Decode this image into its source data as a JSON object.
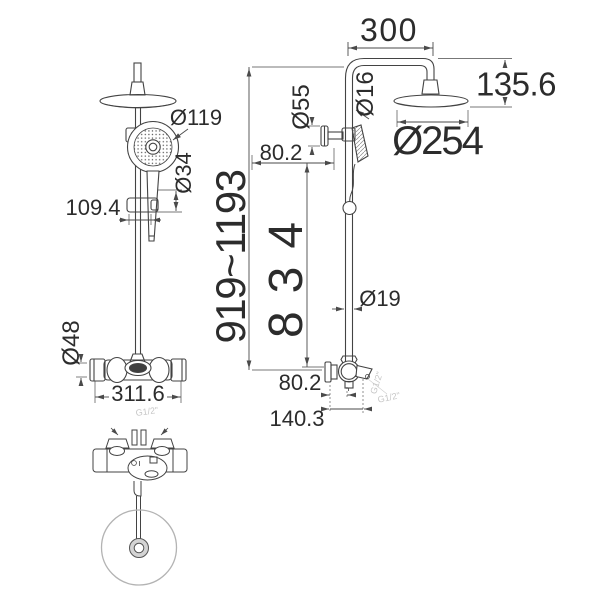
{
  "colors": {
    "background": "#ffffff",
    "line": "#434343",
    "dim_line": "#4a4a4a",
    "text": "#2c2c2c",
    "faint_text": "#c6c6c6",
    "footprint_gray": "#b3b3b3"
  },
  "labels": {
    "arm_length": {
      "text": "300"
    },
    "head_drop": {
      "text": "135.6"
    },
    "rain_head_diameter": {
      "text": "Ø254"
    },
    "arm_pipe_diameter": {
      "text": "Ø16"
    },
    "bracket_flange_diameter": {
      "text": "Ø55"
    },
    "bracket_offset": {
      "text": "80.2"
    },
    "overall_height_range": {
      "text": "919~1193"
    },
    "riser_height": {
      "text": "834"
    },
    "riser_pipe_diameter": {
      "text": "Ø19"
    },
    "valve_offset": {
      "text": "80.2"
    },
    "spout_reach": {
      "text": "140.3"
    },
    "hand_shower_diameter": {
      "text": "Ø119"
    },
    "handle_diameter": {
      "text": "Ø34"
    },
    "slider_offset": {
      "text": "109.4"
    },
    "valve_body_diameter": {
      "text": "Ø48"
    },
    "valve_width": {
      "text": "311.6"
    },
    "thread_front": {
      "text": "G1/2\""
    },
    "thread_side_upper": {
      "text": "G1/2\""
    },
    "thread_side_lower": {
      "text": "G1/2\""
    }
  }
}
